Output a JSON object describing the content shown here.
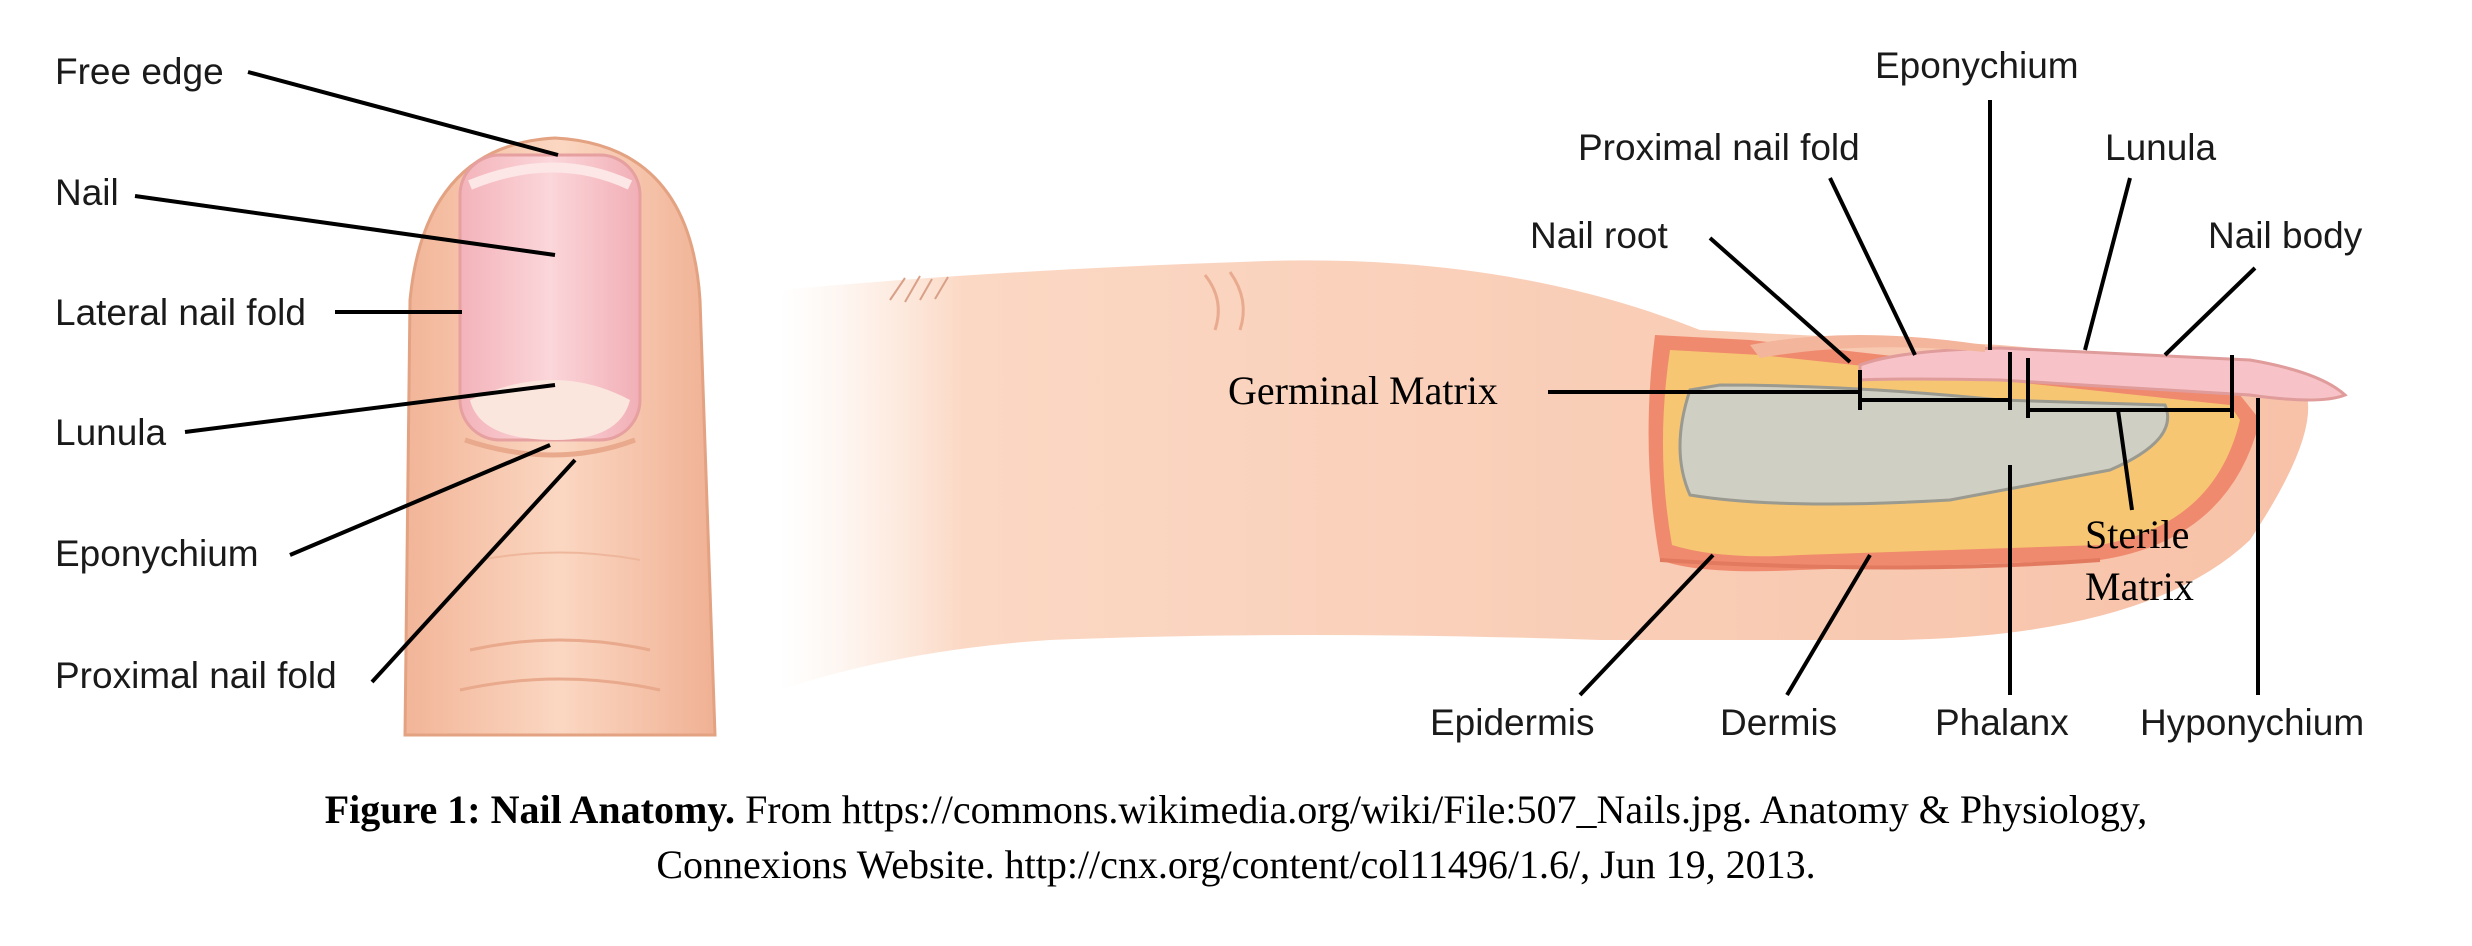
{
  "left_labels": {
    "free_edge": "Free edge",
    "nail": "Nail",
    "lateral_nail_fold": "Lateral nail fold",
    "lunula": "Lunula",
    "eponychium": "Eponychium",
    "proximal_nail_fold": "Proximal nail fold"
  },
  "right_labels": {
    "eponychium": "Eponychium",
    "proximal_nail_fold": "Proximal nail fold",
    "lunula": "Lunula",
    "nail_root": "Nail root",
    "nail_body": "Nail body",
    "germinal_matrix": "Germinal Matrix",
    "sterile_matrix_line1": "Sterile",
    "sterile_matrix_line2": "Matrix",
    "epidermis": "Epidermis",
    "dermis": "Dermis",
    "phalanx": "Phalanx",
    "hyponychium": "Hyponychium"
  },
  "caption": {
    "title": "Figure 1: Nail Anatomy.",
    "line1_rest": " From https://commons.wikimedia.org/wiki/File:507_Nails.jpg.  Anatomy & Physiology,",
    "line2": "Connexions Website. http://cnx.org/content/col11496/1.6/,  Jun 19, 2013."
  },
  "colors": {
    "skin": "#f9c9b0",
    "skin_dark": "#e9a88a",
    "nail_pink": "#f7c3c8",
    "lunula": "#fbe4dc",
    "dermis_yellow": "#f7c672",
    "bone": "#cfcfc4",
    "epidermis_red": "#f0856b"
  }
}
